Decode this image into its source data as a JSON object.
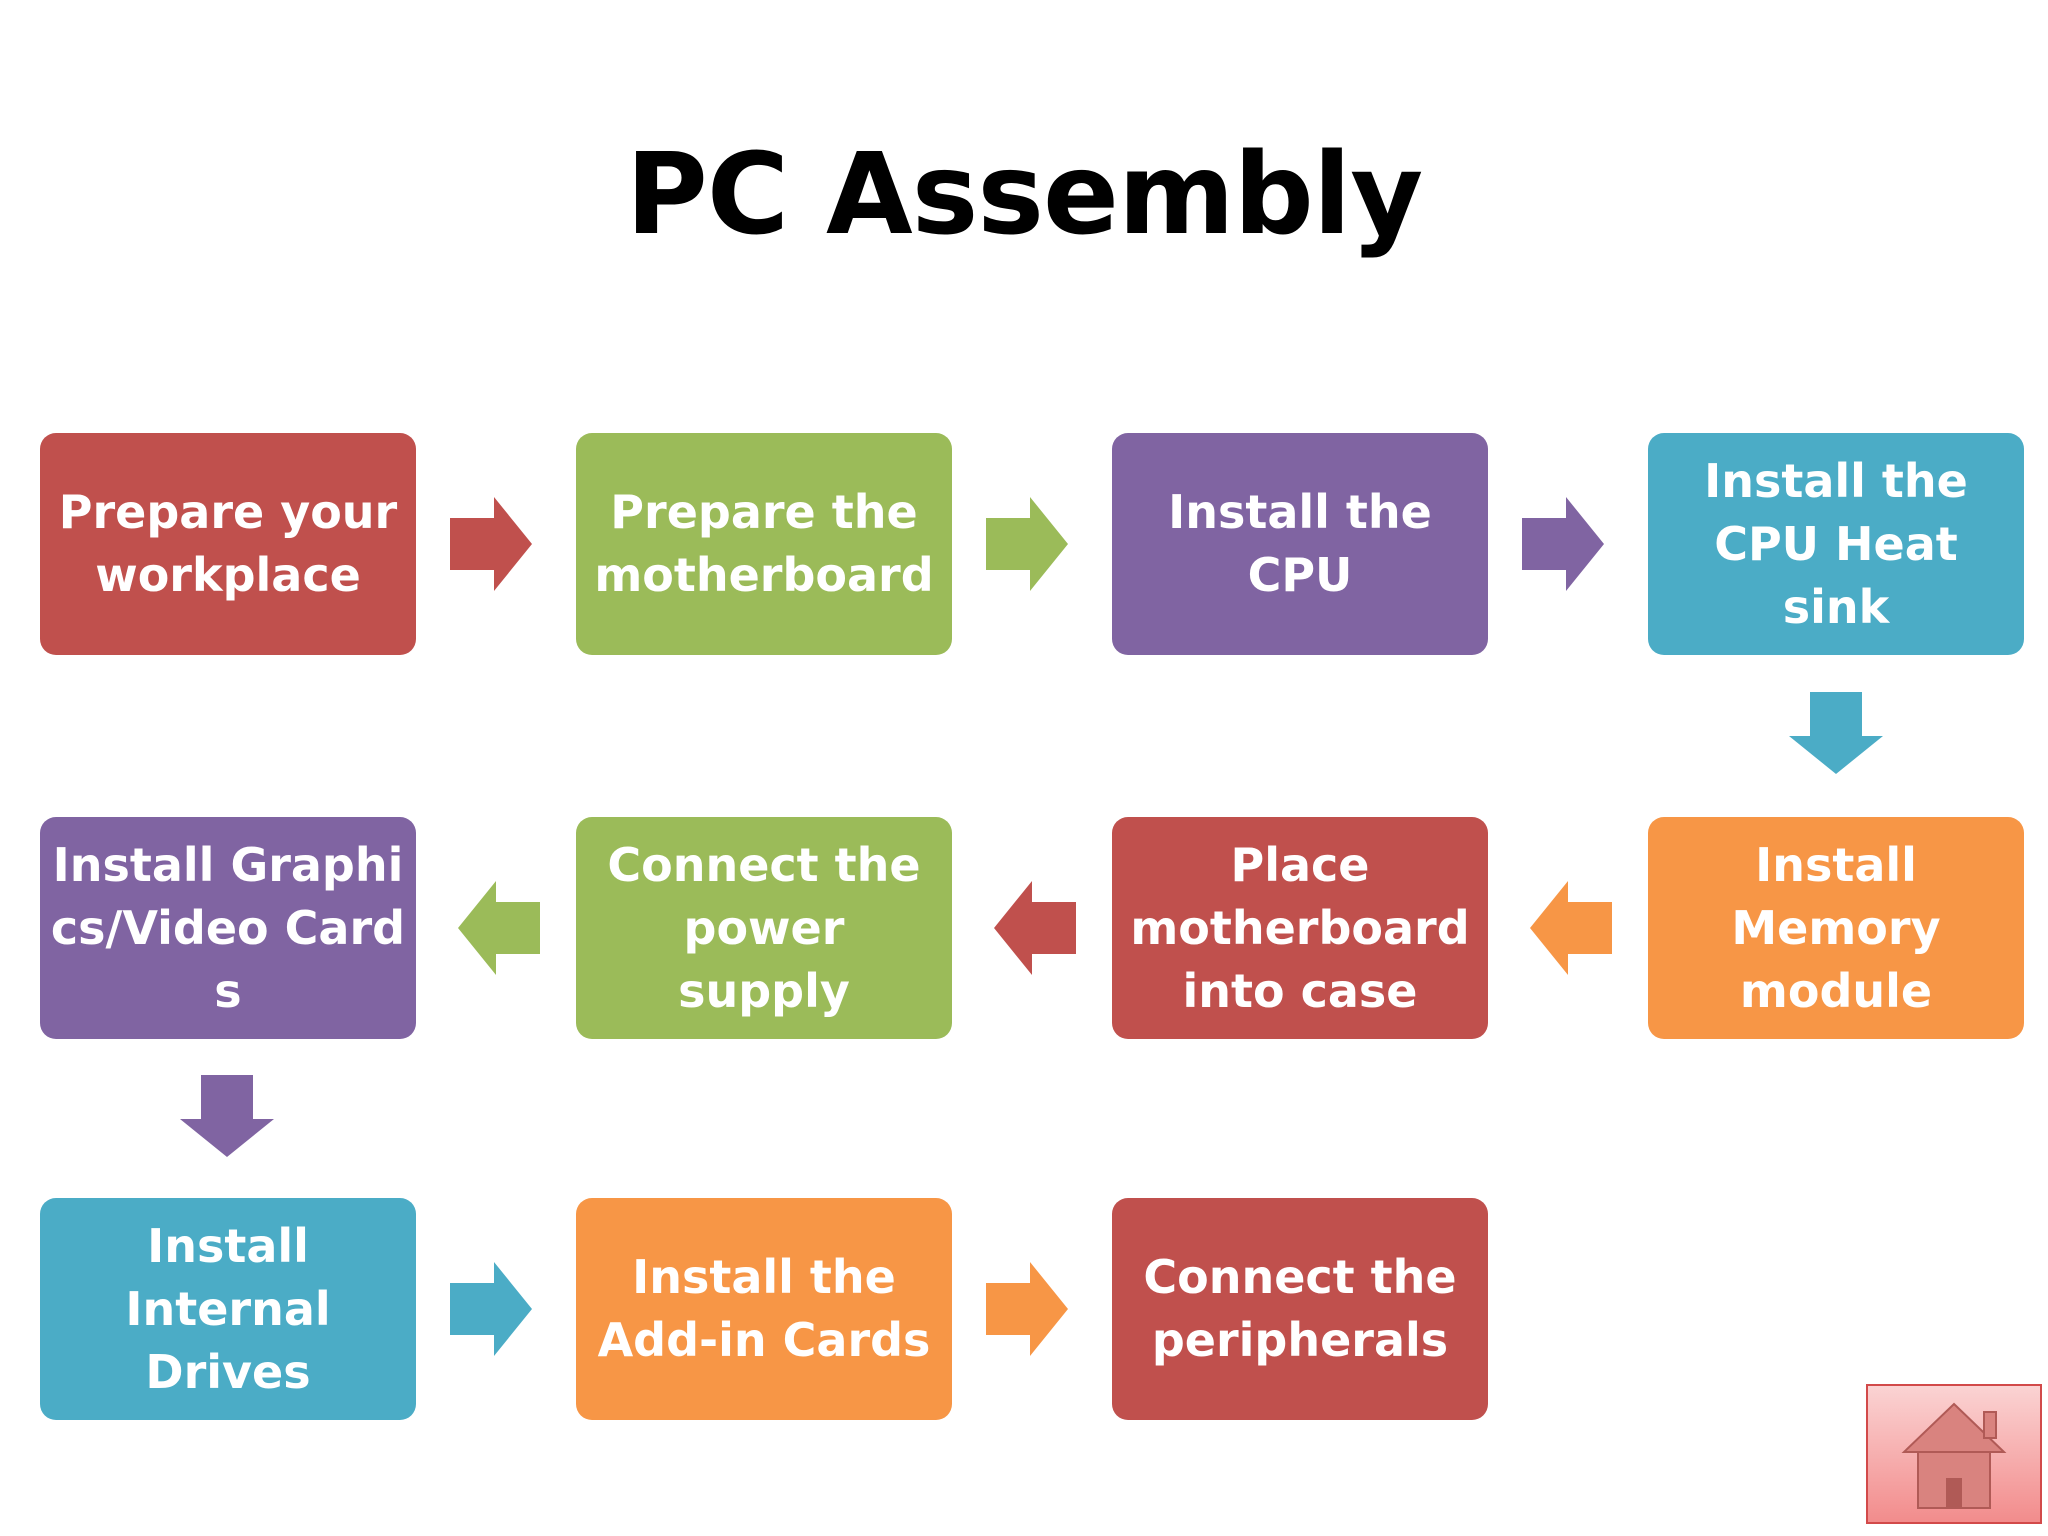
{
  "title": "PC Assembly",
  "colors": {
    "red": "#c0504d",
    "green": "#9bbb59",
    "purple": "#8064a2",
    "blue": "#4bacc6",
    "orange": "#f79646"
  },
  "steps": [
    {
      "id": "prepare-workplace",
      "label": "Prepare your workplace",
      "color": "#c0504d"
    },
    {
      "id": "prepare-motherboard",
      "label": "Prepare the motherboard",
      "color": "#9bbb59"
    },
    {
      "id": "install-cpu",
      "label": "Install the CPU",
      "color": "#8064a2"
    },
    {
      "id": "install-cpu-heat-sink",
      "label": "Install the CPU Heat sink",
      "color": "#4bacc6"
    },
    {
      "id": "install-memory-module",
      "label": "Install Memory module",
      "color": "#f79646"
    },
    {
      "id": "place-motherboard-into-case",
      "label": "Place motherboard into case",
      "color": "#c0504d"
    },
    {
      "id": "connect-power-supply",
      "label": "Connect the power supply",
      "color": "#9bbb59"
    },
    {
      "id": "install-graphics-video-cards",
      "label": "Install Graphics/Video Cards",
      "color": "#8064a2"
    },
    {
      "id": "install-internal-drives",
      "label": "Install Internal Drives",
      "color": "#4bacc6"
    },
    {
      "id": "install-add-in-cards",
      "label": "Install the Add-in Cards",
      "color": "#f79646"
    },
    {
      "id": "connect-peripherals",
      "label": "Connect the peripherals",
      "color": "#c0504d"
    }
  ],
  "home_button": {
    "icon": "home-icon"
  }
}
